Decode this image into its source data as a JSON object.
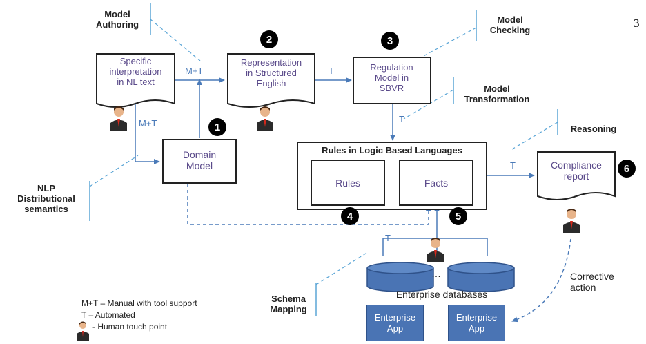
{
  "page_number": "3",
  "annotations": {
    "model_authoring": "Model\nAuthoring",
    "model_checking": "Model\nChecking",
    "model_transformation": "Model\nTransformation",
    "reasoning": "Reasoning",
    "nlp": "NLP\nDistributional\nsemantics",
    "schema_mapping": "Schema\nMapping"
  },
  "nodes": {
    "specific_interpretation": "Specific\ninterpretation\nin NL text",
    "structured_english": "Representation\nin Structured\nEnglish",
    "regulation_model": "Regulation\nModel in\nSBVR",
    "domain_model": "Domain\nModel",
    "rules_container_title": "Rules in Logic Based Languages",
    "rules": "Rules",
    "facts": "Facts",
    "compliance_report": "Compliance\nreport",
    "enterprise_databases": "Enterprise databases",
    "enterprise_app_1": "Enterprise\nApp",
    "enterprise_app_2": "Enterprise\nApp",
    "ellipsis": "…"
  },
  "edge_labels": {
    "mt_top": "M+T",
    "mt_left": "M+T",
    "t_se_sbvr": "T",
    "t_sbvr_rules": "T",
    "t_rules_report": "T",
    "t_db": "T"
  },
  "badges": [
    "1",
    "2",
    "3",
    "4",
    "5",
    "6"
  ],
  "corrective_action": "Corrective\naction",
  "legend": {
    "mt": "M+T – Manual with tool support",
    "t": "T –  Automated",
    "human": "- Human touch point"
  },
  "colors": {
    "arrow": "#4a7ab8",
    "node_text": "#5a4a8a",
    "app_fill": "#4a74b4",
    "db_fill": "#4a74b4",
    "badge": "#000000"
  }
}
